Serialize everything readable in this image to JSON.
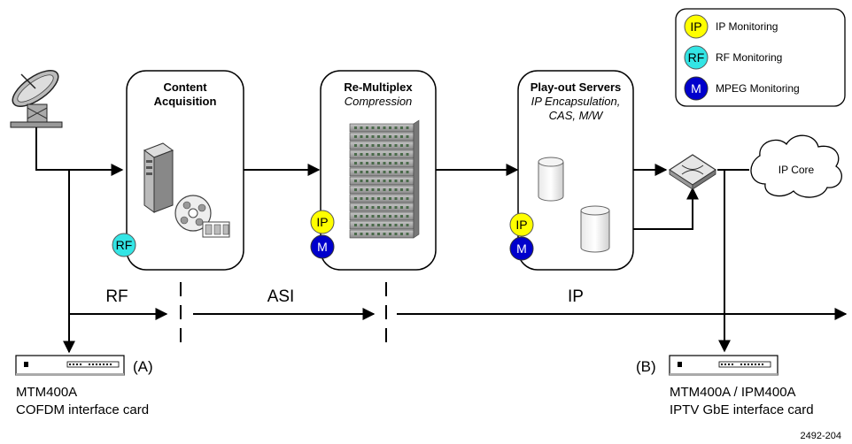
{
  "legend": {
    "items": [
      {
        "badge": "IP",
        "label": "IP Monitoring",
        "color": "#ffff00",
        "text_color": "#000000"
      },
      {
        "badge": "RF",
        "label": "RF Monitoring",
        "color": "#33e5e5",
        "text_color": "#000000"
      },
      {
        "badge": "M",
        "label": "MPEG Monitoring",
        "color": "#0000cc",
        "text_color": "#ffffff"
      }
    ]
  },
  "stages": {
    "content": {
      "title_line1": "Content",
      "title_line2": "Acquisition"
    },
    "remux": {
      "title": "Re-Multiplex",
      "subtitle": "Compression"
    },
    "playout": {
      "title": "Play-out Servers",
      "sub1": "IP Encapsulation,",
      "sub2": "CAS, M/W"
    }
  },
  "badges": {
    "rf": "RF",
    "ip": "IP",
    "m": "M"
  },
  "cloud": {
    "label": "IP Core"
  },
  "signals": {
    "rf": "RF",
    "asi": "ASI",
    "ip": "IP"
  },
  "device_a": {
    "tag": "(A)",
    "name": "MTM400A",
    "desc": "COFDM interface card"
  },
  "device_b": {
    "tag": "(B)",
    "name": "MTM400A / IPM400A",
    "desc": "IPTV GbE interface card"
  },
  "figure_id": "2492-204"
}
